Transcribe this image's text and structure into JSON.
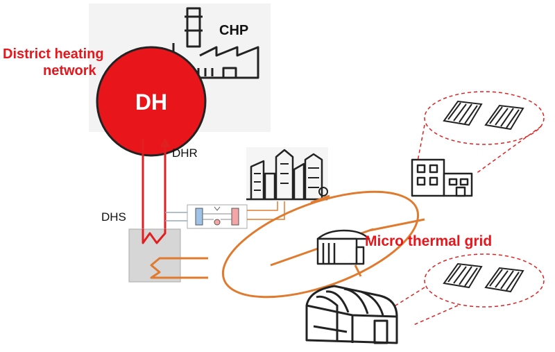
{
  "labels": {
    "chp": "CHP",
    "district_heating_line1": "District heating",
    "district_heating_line2": "network",
    "dh": "DH",
    "dhr": "DHR",
    "dhs": "DHS",
    "micro_grid": "Micro thermal grid"
  },
  "colors": {
    "red": "#e8151b",
    "pipe_red": "#e02020",
    "orange": "#e07a2e",
    "gray_box": "#d6d6d6",
    "panel_bg": "#f2f2f2",
    "hx_blue": "#9ec3e6",
    "hx_red": "#f4a6a6"
  },
  "icons": [
    "chp-factory-icon",
    "city-skyline-icon",
    "building-icon",
    "solar-collector-icon",
    "storage-tank-icon",
    "greenhouse-icon",
    "heat-exchanger-icon",
    "substation-icon"
  ]
}
